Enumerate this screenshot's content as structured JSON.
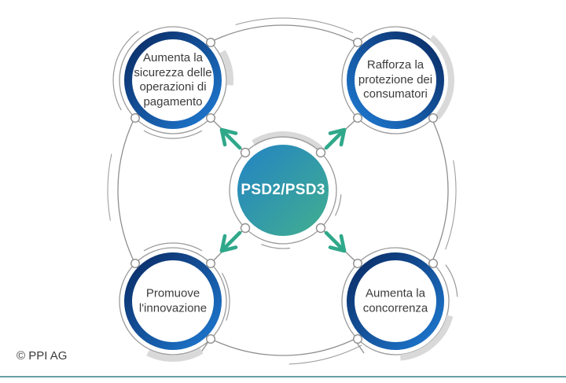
{
  "diagram": {
    "center": {
      "label": "PSD2/PSD3"
    },
    "satellites": [
      {
        "position": "top-left",
        "label": "Aumenta la sicurezza delle operazioni di pagamento"
      },
      {
        "position": "top-right",
        "label": "Rafforza la protezione dei consumatori"
      },
      {
        "position": "bottom-left",
        "label": "Promuove l'innovazione"
      },
      {
        "position": "bottom-right",
        "label": "Aumenta la concorrenza"
      }
    ]
  },
  "footer": {
    "copyright": "© PPI AG"
  },
  "colors": {
    "ring_navy_dark": "#0a2a63",
    "ring_blue_bright": "#1e7ad2",
    "center_gradient_blue": "#2282c5",
    "center_gradient_teal": "#42b08e",
    "arrow_teal": "#2fa88a",
    "connector_gray": "#9a9a9a",
    "accent_arc_gray": "#d9d9d9",
    "footer_rule_teal": "#68a0a5",
    "label_text": "#3b3b3b"
  }
}
